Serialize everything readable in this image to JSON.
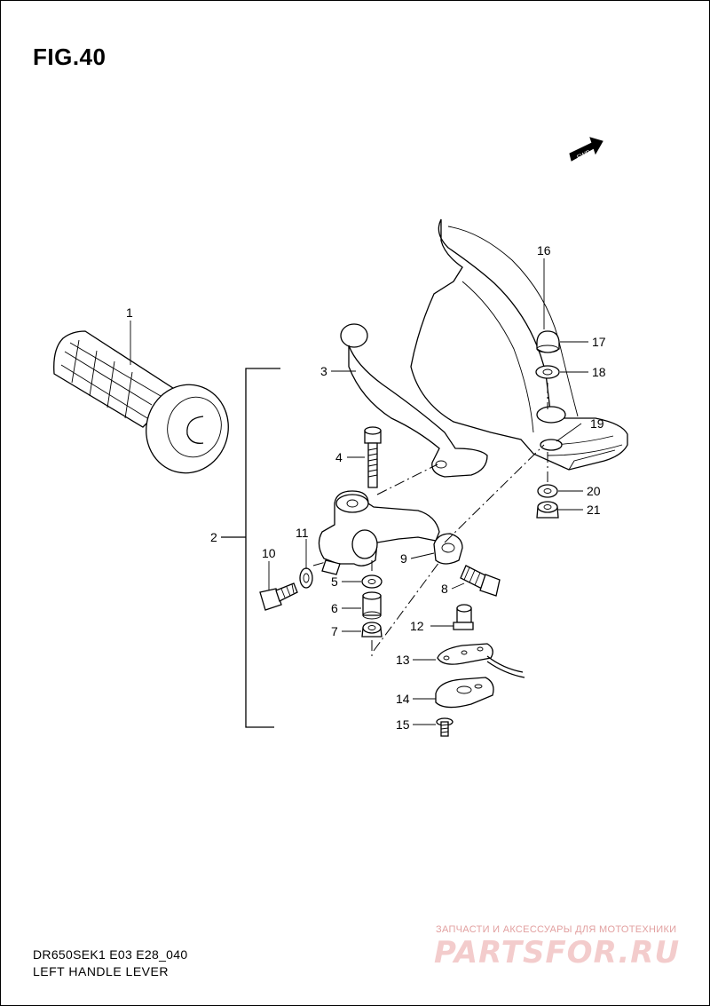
{
  "figure": {
    "title": "FIG.40",
    "model_code": "DR650SEK1 E03 E28_040",
    "caption": "LEFT HANDLE LEVER",
    "fwd_label": "FWD"
  },
  "callouts": [
    "1",
    "2",
    "3",
    "4",
    "5",
    "6",
    "7",
    "8",
    "9",
    "10",
    "11",
    "12",
    "13",
    "14",
    "15",
    "16",
    "17",
    "18",
    "19",
    "20",
    "21"
  ],
  "watermark": {
    "tagline": "ЗАПЧАСТИ И АКСЕССУАРЫ ДЛЯ МОТОТЕХНИКИ",
    "logo": "PARTSFOR.RU"
  }
}
